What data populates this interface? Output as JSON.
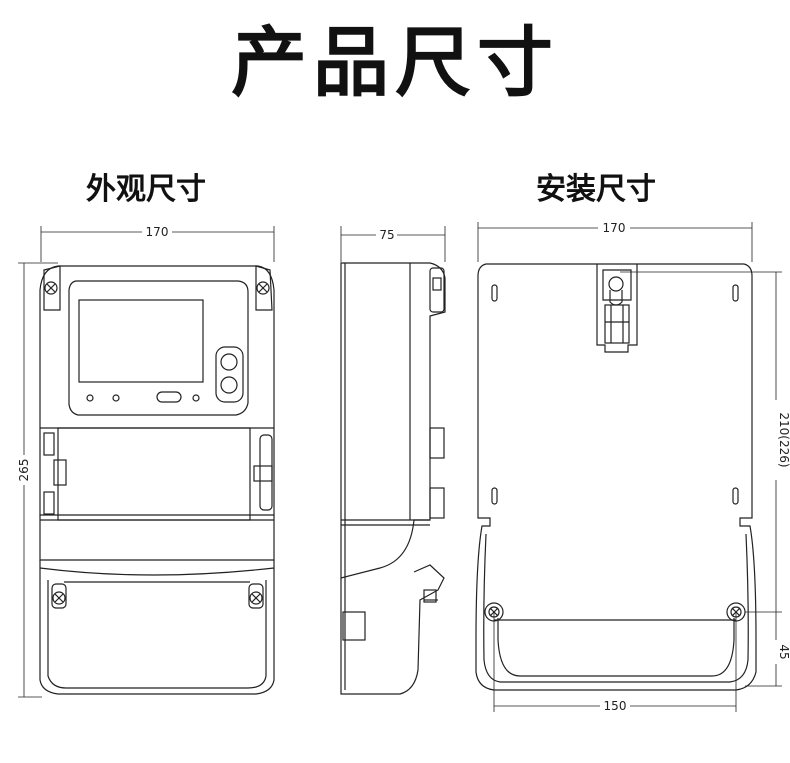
{
  "page_title": "产品尺寸",
  "sections": {
    "appearance": "外观尺寸",
    "installation": "安装尺寸"
  },
  "dimensions": {
    "front_width": "170",
    "front_height": "265",
    "side_depth": "75",
    "back_width": "170",
    "mount_height": "210(226)",
    "bottom_offset": "45",
    "hole_spacing": "150"
  }
}
